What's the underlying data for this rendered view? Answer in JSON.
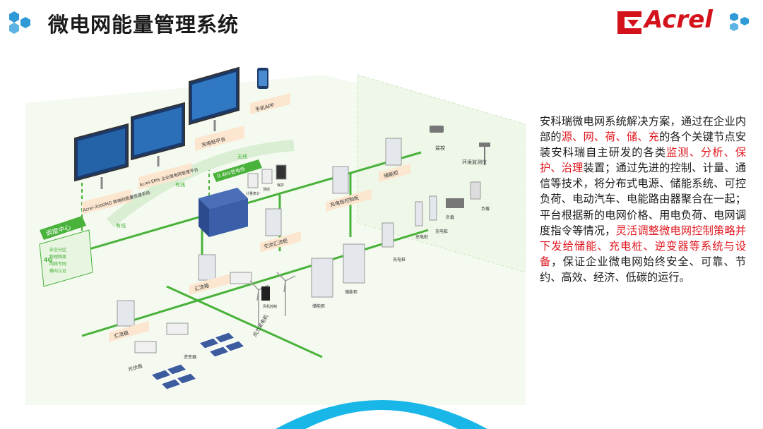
{
  "header": {
    "title": "微电网能量管理系统",
    "logo_text": "Acrel",
    "colors": {
      "accent_blue": "#2f9ad6",
      "brand_red": "#d4121b"
    }
  },
  "diagram": {
    "dispatch_center": "调度中心",
    "dispatch_items": [
      "安全分区",
      "物理隔离",
      "网络专网",
      "横向认证"
    ],
    "network_4g": "4G",
    "screen_labels": [
      "Acrel-2000MG 微电网能量管理系统",
      "Acrel-EMS 企业微电网管理平台",
      "充电桩平台"
    ],
    "app_label": "手机APP",
    "links": [
      "有线",
      "有线",
      "无线"
    ],
    "substation": "0.4kV变电所",
    "meters": [
      "计量表计",
      "测控",
      "保护"
    ],
    "nodes": {
      "storage_cabinet": "储能柜",
      "charging_cabinet": "充电桩控制柜",
      "ac_box": "交流汇流柜",
      "combiner_1": "汇流箱",
      "combiner_2": "汇流箱",
      "pv_panel": "光伏板",
      "inverter": "逆变器",
      "wind_turbine": "风力发电机",
      "wind_control": "风机控制",
      "chargers": [
        "充电桩",
        "充电桩",
        "充电桩"
      ],
      "loads": [
        "负载",
        "负载"
      ],
      "cabinets": [
        "储能柜",
        "储能柜"
      ],
      "monitor": "监控",
      "env_monitor": "环境监测仪"
    }
  },
  "description": {
    "segments": [
      {
        "text": "安科瑞微电网系统解决方案，通过在企业内部的",
        "hl": false
      },
      {
        "text": "源、网、荷、储、充",
        "hl": true
      },
      {
        "text": "的各个关键节点安装安科瑞自主研发的各类",
        "hl": false
      },
      {
        "text": "监测、分析、保护、治理",
        "hl": true
      },
      {
        "text": "装置；通过先进的控制、计量、通信等技术，将分布式电源、储能系统、可控负荷、电动汽车、电能路由器聚合在一起；平台根据新的电网价格、用电负荷、电网调度指令等情况，",
        "hl": false
      },
      {
        "text": "灵活调整微电网控制策略并下发给储能、充电桩、逆变器等系统与设备",
        "hl": true
      },
      {
        "text": "，保证企业微电网始终安全、可靠、节约、高效、经济、低碳的运行。",
        "hl": false
      }
    ]
  }
}
